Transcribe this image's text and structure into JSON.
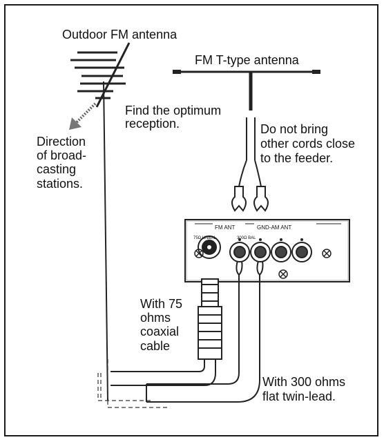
{
  "labels": {
    "outdoor_antenna": "Outdoor FM antenna",
    "t_antenna": "FM T-type antenna",
    "find_reception_line1": "Find the optimum",
    "find_reception_line2": "reception.",
    "direction_line1": "Direction",
    "direction_line2": "of broad-",
    "direction_line3": "casting",
    "direction_line4": "stations.",
    "do_not_bring_line1": "Do not bring",
    "do_not_bring_line2": "other cords close",
    "do_not_bring_line3": "to the feeder.",
    "coax_line1": "With 75",
    "coax_line2": "ohms",
    "coax_line3": "coaxial",
    "coax_line4": "cable",
    "twin_line1": "With 300 ohms",
    "twin_line2": "flat twin-lead."
  },
  "panel": {
    "fm_ant": "FM ANT",
    "gnd_am_ant": "GND-AM ANT",
    "unbal": "75Ω UNBAL",
    "bal": "300Ω BAL"
  }
}
